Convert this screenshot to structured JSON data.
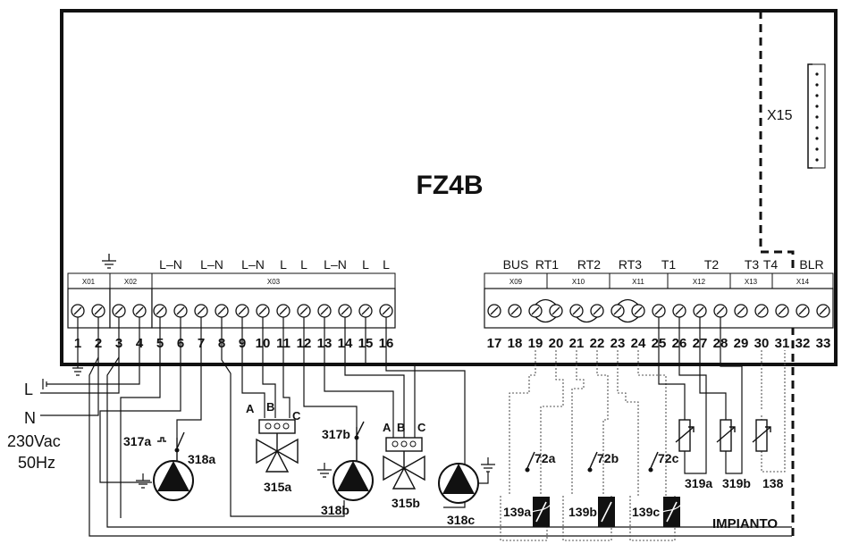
{
  "board": {
    "title": "FZ4B",
    "connector_x15": "X15",
    "impianto": "IMPIANTO"
  },
  "mains": {
    "l": "L",
    "n": "N",
    "voltage": "230Vac",
    "freq": "50Hz"
  },
  "blocks": [
    {
      "label": "X01"
    },
    {
      "label": "X02"
    },
    {
      "label": "X03"
    },
    {
      "label": "X09"
    },
    {
      "label": "X10"
    },
    {
      "label": "X11"
    },
    {
      "label": "X12"
    },
    {
      "label": "X13"
    },
    {
      "label": "X14"
    }
  ],
  "top_labels": [
    {
      "text": "L–N"
    },
    {
      "text": "L–N"
    },
    {
      "text": "L–N"
    },
    {
      "text": "L"
    },
    {
      "text": "L"
    },
    {
      "text": "L–N"
    },
    {
      "text": "L"
    },
    {
      "text": "L"
    },
    {
      "text": "BUS"
    },
    {
      "text": "RT1"
    },
    {
      "text": "RT2"
    },
    {
      "text": "RT3"
    },
    {
      "text": "T1"
    },
    {
      "text": "T2"
    },
    {
      "text": "T3"
    },
    {
      "text": "T4"
    },
    {
      "text": "BLR"
    }
  ],
  "terminal_numbers": [
    "1",
    "2",
    "3",
    "4",
    "5",
    "6",
    "7",
    "8",
    "9",
    "10",
    "11",
    "12",
    "13",
    "14",
    "15",
    "16",
    "17",
    "18",
    "19",
    "20",
    "21",
    "22",
    "23",
    "24",
    "25",
    "26",
    "27",
    "28",
    "29",
    "30",
    "31",
    "32",
    "33"
  ],
  "components": {
    "p318a": "318a",
    "p318b": "318b",
    "p318c": "318c",
    "s317a": "317a",
    "s317b": "317b",
    "v315a": "315a",
    "v315b": "315b",
    "va": "A",
    "vb": "B",
    "vc": "C",
    "va2": "A",
    "vb2": "B",
    "vc2": "C",
    "r72a": "72a",
    "r72b": "72b",
    "r72c": "72c",
    "t139a": "139a",
    "t139b": "139b",
    "t139c": "139c",
    "n319a": "319a",
    "n319b": "319b",
    "n138": "138"
  }
}
